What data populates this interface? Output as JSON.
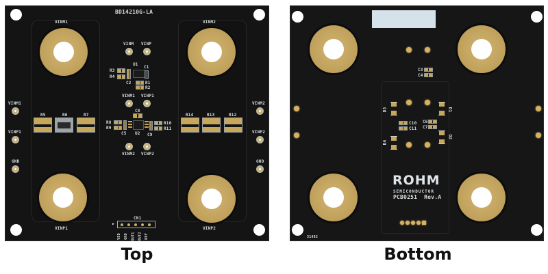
{
  "top": {
    "caption": "Top",
    "part_number": "BD14210G-LA",
    "big_pads": [
      "VINM1",
      "VINM2",
      "VINP1",
      "VINP2"
    ],
    "edge_tp_left": [
      "VINM1",
      "VINP1",
      "GND"
    ],
    "edge_tp_right": [
      "VINM2",
      "VINP2",
      "GND"
    ],
    "center_tp": [
      "VINM",
      "VINP",
      "VINM1",
      "VINP1",
      "VINM2",
      "VINP2"
    ],
    "shunts_left": [
      "R5",
      "R6",
      "R7"
    ],
    "shunts_right": [
      "R14",
      "R13",
      "R12"
    ],
    "components": {
      "u1": "U1",
      "c1": "C1",
      "c2": "C2",
      "r1": "R1",
      "r2": "R2",
      "r3": "R3",
      "r4": "R4",
      "u2": "U2",
      "c8": "C8",
      "c5": "C5",
      "c9": "C9",
      "r8": "R8",
      "r9": "R9",
      "r10": "R10",
      "r11": "R11"
    },
    "connector": {
      "ref": "CN1",
      "pins": [
        "VDD",
        "GND",
        "OUT1",
        "OUT2",
        "REF"
      ]
    }
  },
  "bottom": {
    "caption": "Bottom",
    "brand": "ROHM",
    "brand_sub": "SEMICONDUCTOR",
    "pcb_id": "PCB0251  Rev.A",
    "serial": "31482",
    "components": {
      "c3": "C3",
      "c4": "C4",
      "c6": "C6",
      "c7": "C7",
      "c10": "C10",
      "c11": "C11",
      "d1": "D1",
      "d2": "D2",
      "d3": "D3",
      "d4": "D4"
    }
  },
  "colors": {
    "board": "#141414",
    "copper_gold": "#c6a75c",
    "silkscreen": "#d9dde0"
  }
}
